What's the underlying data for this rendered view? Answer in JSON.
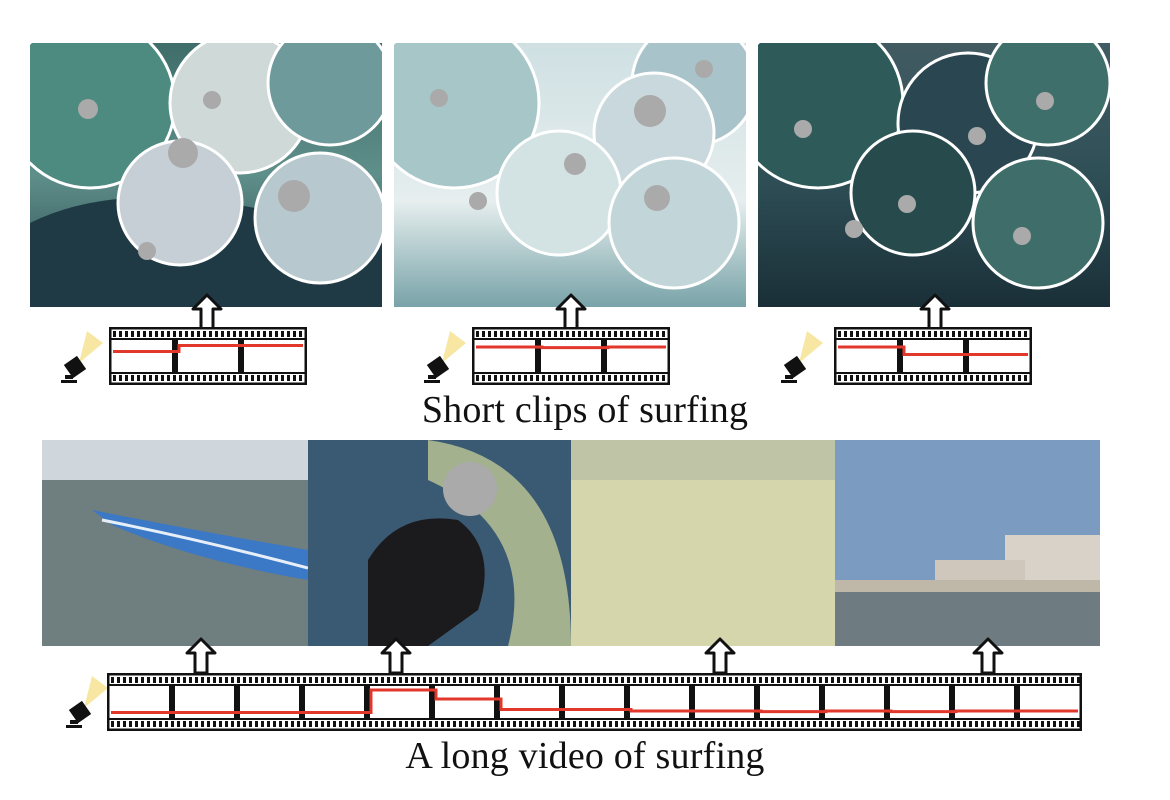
{
  "captions": {
    "short": "Short clips of surfing",
    "long": "A long video of surfing"
  },
  "icons": {
    "lamp": "spotlight-icon",
    "arrow": "up-arrow-icon",
    "film": "film-strip-icon"
  },
  "colors": {
    "highlight_line": "#e2372b",
    "film": "#111111",
    "lamp_beam": "#f7e7a2"
  },
  "highlight_curves": {
    "short_clip_1": [
      0.35,
      0.15,
      0.15
    ],
    "short_clip_2": [
      0.2,
      0.22,
      0.2
    ],
    "short_clip_3": [
      0.2,
      0.45,
      0.45
    ],
    "long_video": [
      0.85,
      0.85,
      0.85,
      0.85,
      0.1,
      0.4,
      0.75,
      0.75,
      0.8,
      0.8,
      0.82,
      0.8,
      0.82,
      0.8,
      0.8
    ]
  }
}
